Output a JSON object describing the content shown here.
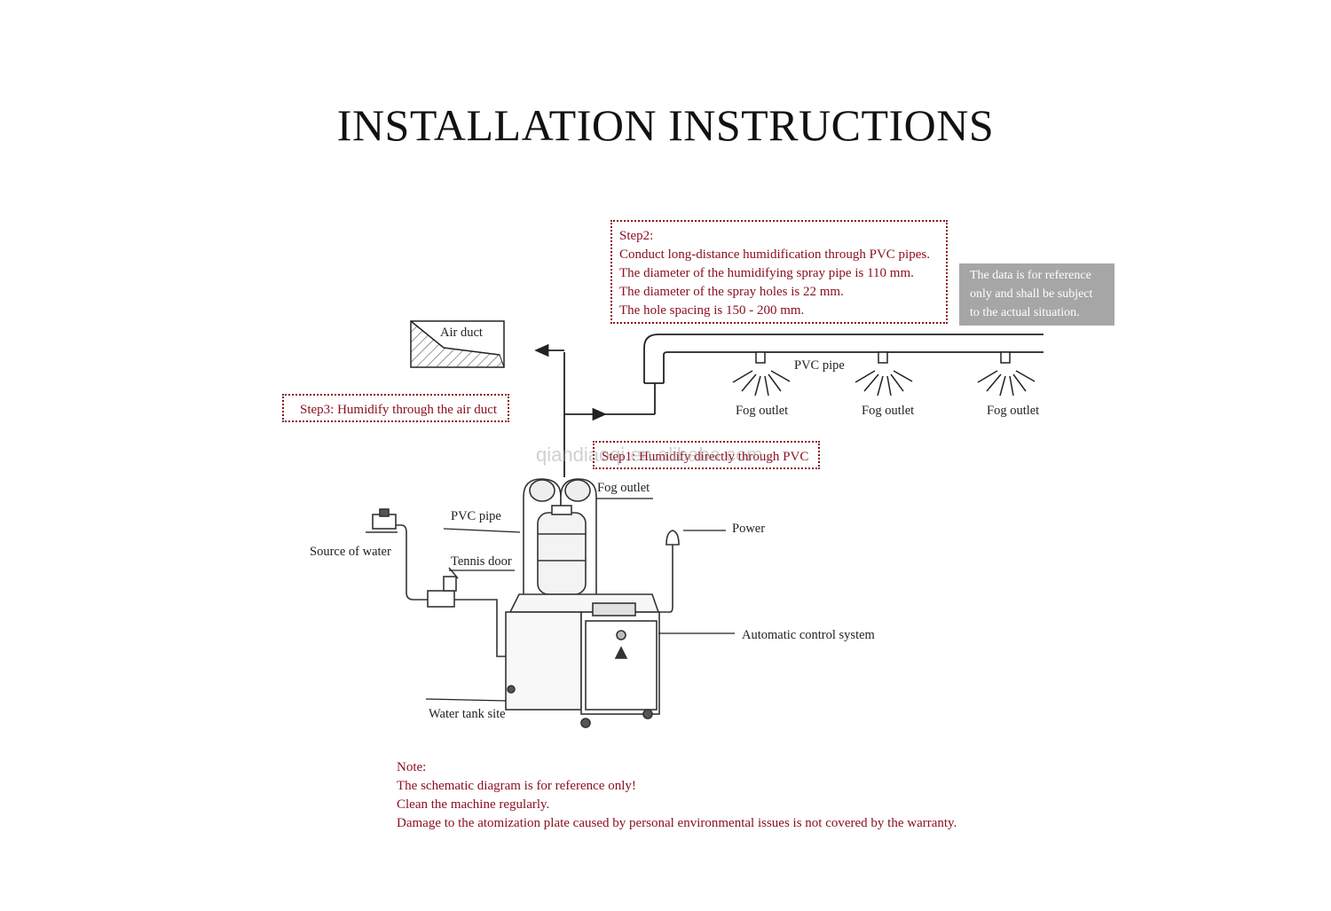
{
  "title": "INSTALLATION INSTRUCTIONS",
  "step2": {
    "heading": "Step2:",
    "lines": [
      "Conduct long-distance humidification through PVC pipes.",
      "The diameter of the humidifying spray pipe is 110 mm.",
      "The diameter of the spray holes is 22 mm.",
      "The hole spacing is 150 - 200 mm."
    ]
  },
  "disclaimer": {
    "lines": [
      "The data is for reference",
      "only and shall be subject",
      "to the actual situation."
    ]
  },
  "step3": "Step3: Humidify through the air duct",
  "step1": "Step1: Humidify directly through PVC",
  "watermark": "qiandiaoqi.en.alibaba.com",
  "labels": {
    "air_duct": "Air duct",
    "pvc_pipe_top": "PVC pipe",
    "fog_outlet_1": "Fog outlet",
    "fog_outlet_2": "Fog outlet",
    "fog_outlet_3": "Fog outlet",
    "fog_outlet_machine": "Fog outlet",
    "pvc_pipe_machine": "PVC pipe",
    "source_of_water": "Source of water",
    "tennis_door": "Tennis door",
    "power": "Power",
    "automatic_control_system": "Automatic control system",
    "water_tank_site": "Water tank site"
  },
  "note": {
    "heading": "Note:",
    "lines": [
      "The schematic diagram is for reference only!",
      "Clean the machine regularly.",
      "Damage to the atomization plate caused by personal environmental issues is not covered by the warranty."
    ]
  },
  "colors": {
    "accent_red": "#8b1020",
    "disclaimer_bg": "#a6a6a6"
  }
}
